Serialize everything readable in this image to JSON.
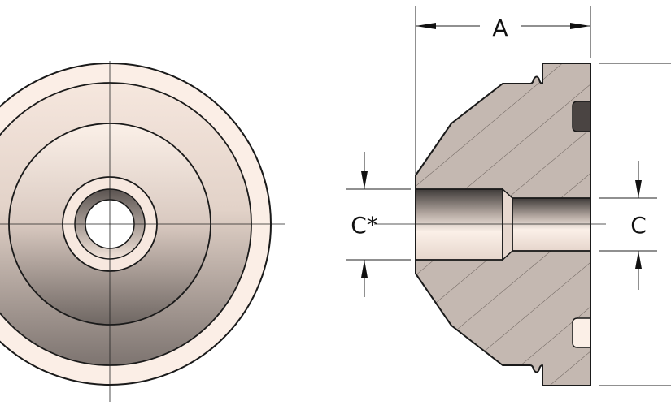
{
  "drawing": {
    "dimensions": {
      "a_label": "A",
      "c_label": "C",
      "c_star_label": "C*"
    },
    "colors": {
      "section_fill": "#c4b8b1",
      "outline": "#1a1a1a",
      "face_light": "#fbeee6"
    }
  }
}
